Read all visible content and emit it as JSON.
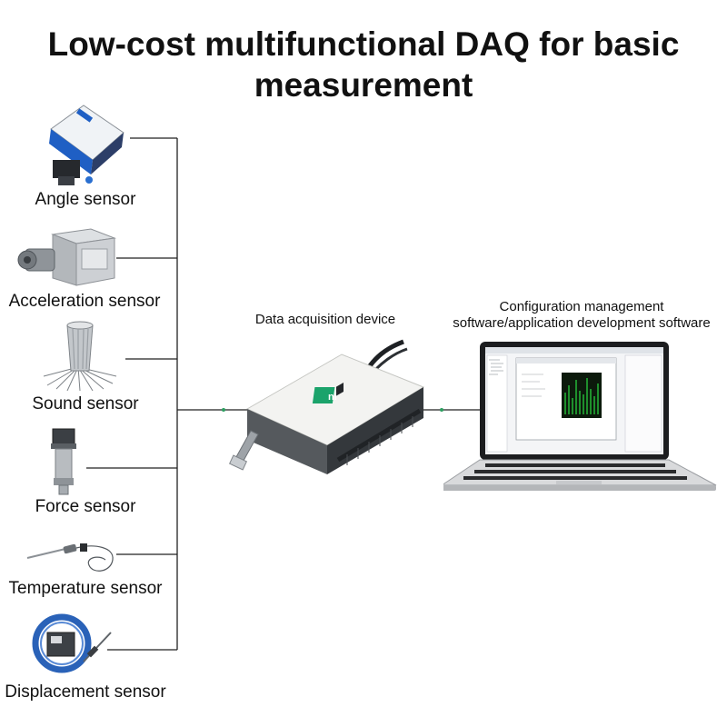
{
  "title": "Low-cost multifunctional DAQ for basic measurement",
  "sensors": [
    {
      "label": "Angle sensor",
      "icon": "angle-sensor-icon"
    },
    {
      "label": "Acceleration sensor",
      "icon": "acceleration-sensor-icon"
    },
    {
      "label": "Sound sensor",
      "icon": "sound-sensor-icon"
    },
    {
      "label": "Force sensor",
      "icon": "force-sensor-icon"
    },
    {
      "label": "Temperature sensor",
      "icon": "temperature-sensor-icon"
    },
    {
      "label": "Displacement sensor",
      "icon": "displacement-sensor-icon"
    }
  ],
  "daq": {
    "label": "Data acquisition device",
    "logo": "ni"
  },
  "software": {
    "line1": "Configuration management",
    "line2": "software/application development software"
  },
  "colors": {
    "line": "#222222",
    "dot": "#2e9e60",
    "logo": "#1ba36b",
    "scope": "#27c23a"
  }
}
